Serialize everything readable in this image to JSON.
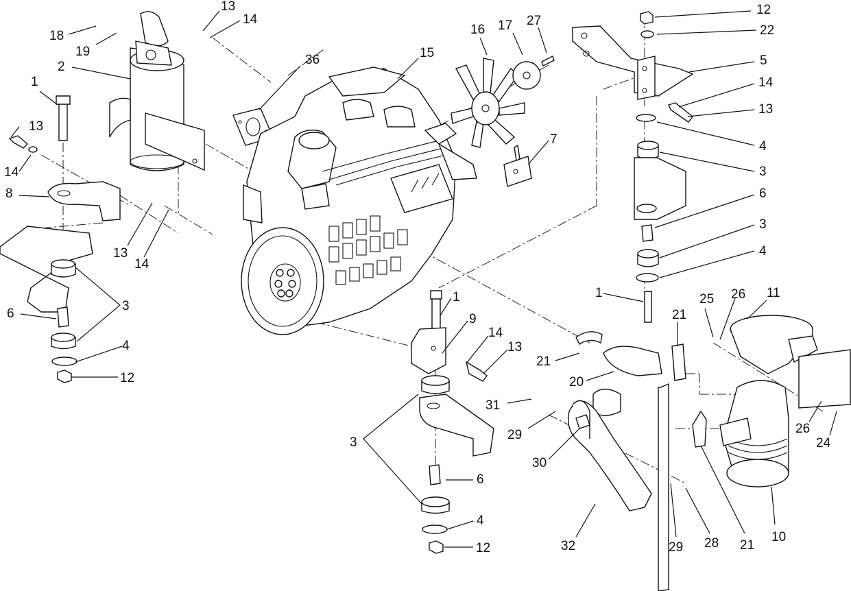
{
  "callouts": [
    {
      "id": "c01",
      "text": "13"
    },
    {
      "id": "c02",
      "text": "14"
    },
    {
      "id": "c03",
      "text": "18"
    },
    {
      "id": "c04",
      "text": "19"
    },
    {
      "id": "c05",
      "text": "2"
    },
    {
      "id": "c06",
      "text": "36"
    },
    {
      "id": "c07",
      "text": "15"
    },
    {
      "id": "c08",
      "text": "16"
    },
    {
      "id": "c09",
      "text": "17"
    },
    {
      "id": "c10",
      "text": "27"
    },
    {
      "id": "c11",
      "text": "12"
    },
    {
      "id": "c12",
      "text": "22"
    },
    {
      "id": "c13",
      "text": "5"
    },
    {
      "id": "c14",
      "text": "14"
    },
    {
      "id": "c15",
      "text": "13"
    },
    {
      "id": "c16",
      "text": "4"
    },
    {
      "id": "c17",
      "text": "3"
    },
    {
      "id": "c18",
      "text": "6"
    },
    {
      "id": "c19",
      "text": "3"
    },
    {
      "id": "c20",
      "text": "4"
    },
    {
      "id": "c21",
      "text": "1"
    },
    {
      "id": "c22",
      "text": "1"
    },
    {
      "id": "c23",
      "text": "13"
    },
    {
      "id": "c24",
      "text": "14"
    },
    {
      "id": "c25",
      "text": "8"
    },
    {
      "id": "c26",
      "text": "13"
    },
    {
      "id": "c27",
      "text": "14"
    },
    {
      "id": "c28",
      "text": "7"
    },
    {
      "id": "c29",
      "text": "6"
    },
    {
      "id": "c30",
      "text": "3"
    },
    {
      "id": "c31",
      "text": "4"
    },
    {
      "id": "c32",
      "text": "12"
    },
    {
      "id": "c33",
      "text": "1"
    },
    {
      "id": "c34",
      "text": "9"
    },
    {
      "id": "c35",
      "text": "14"
    },
    {
      "id": "c36",
      "text": "13"
    },
    {
      "id": "c37",
      "text": "25"
    },
    {
      "id": "c38",
      "text": "26"
    },
    {
      "id": "c39",
      "text": "11"
    },
    {
      "id": "c40",
      "text": "21"
    },
    {
      "id": "c41",
      "text": "21"
    },
    {
      "id": "c42",
      "text": "20"
    },
    {
      "id": "c43",
      "text": "31"
    },
    {
      "id": "c44",
      "text": "29"
    },
    {
      "id": "c45",
      "text": "3"
    },
    {
      "id": "c46",
      "text": "30"
    },
    {
      "id": "c47",
      "text": "6"
    },
    {
      "id": "c48",
      "text": "4"
    },
    {
      "id": "c49",
      "text": "12"
    },
    {
      "id": "c50",
      "text": "32"
    },
    {
      "id": "c51",
      "text": "29"
    },
    {
      "id": "c52",
      "text": "28"
    },
    {
      "id": "c53",
      "text": "21"
    },
    {
      "id": "c54",
      "text": "10"
    },
    {
      "id": "c55",
      "text": "26"
    },
    {
      "id": "c56",
      "text": "24"
    }
  ]
}
